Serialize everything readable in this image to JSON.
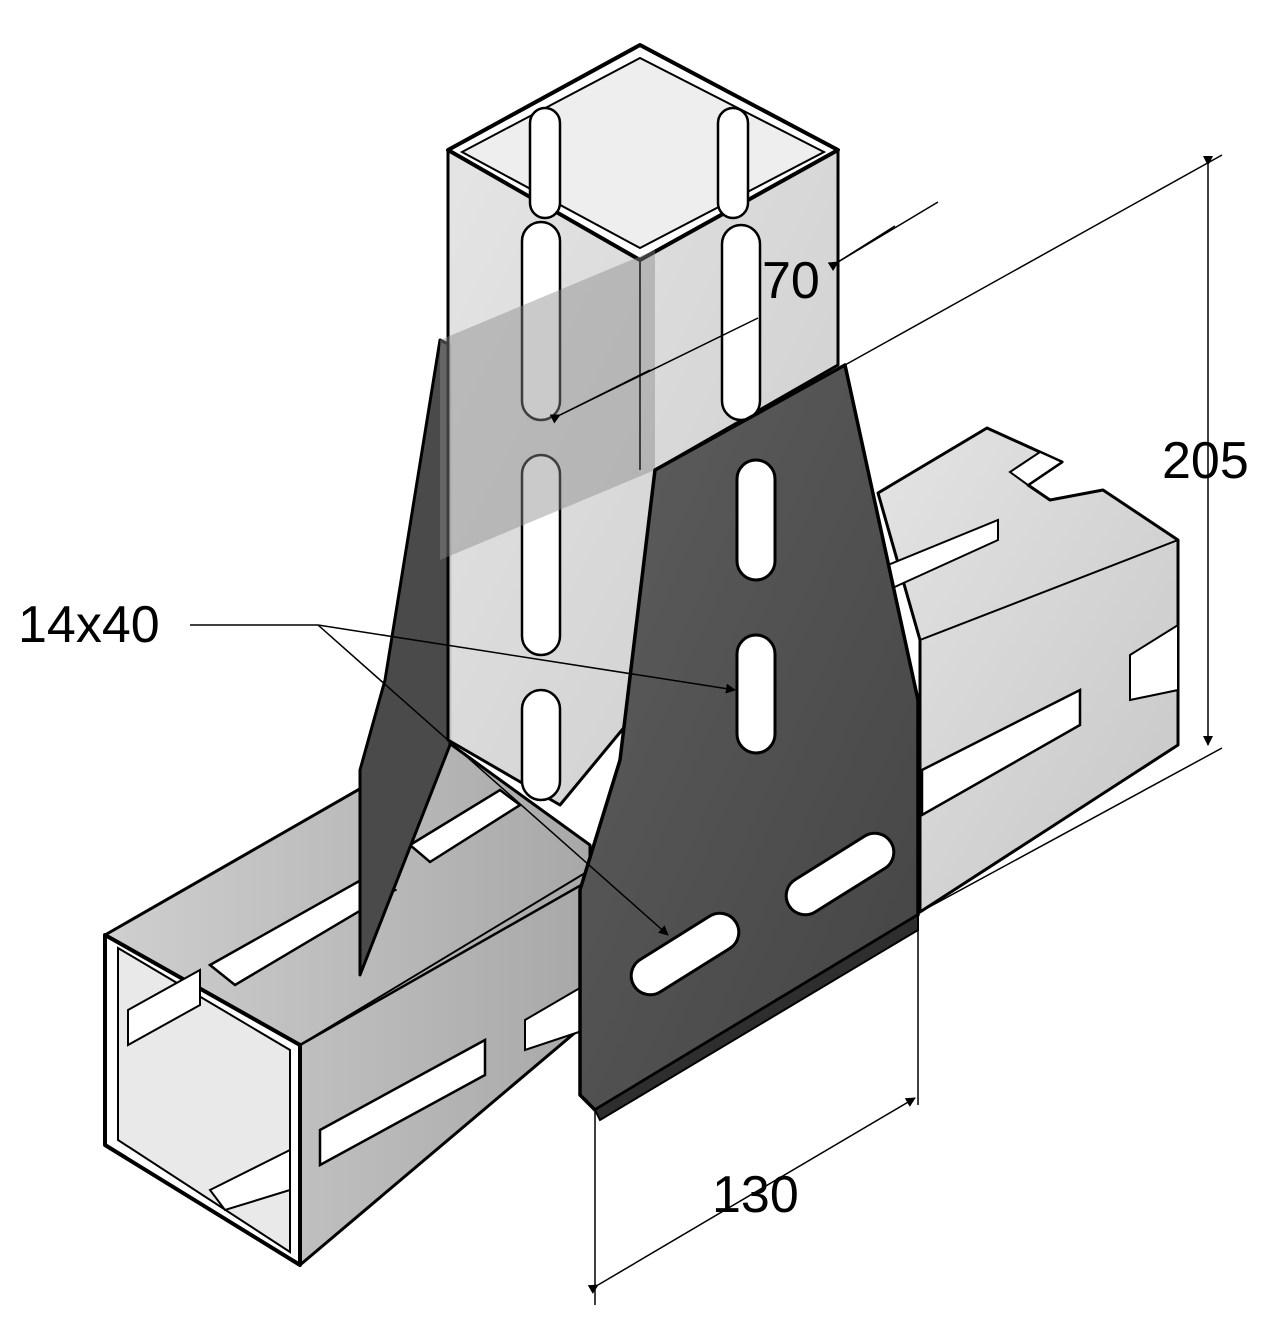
{
  "dimensions": {
    "profile_width": "70",
    "height": "205",
    "plate_width": "130",
    "slot_size": "14x40"
  },
  "colors": {
    "line": "#000000",
    "steel_light": "#d4d4d4",
    "steel_mid": "#b5b5b5",
    "steel_shadow": "#9a9a9a",
    "plate": "#545454",
    "plate_dark": "#3e3e3e",
    "hole_fill": "#ffffff"
  }
}
